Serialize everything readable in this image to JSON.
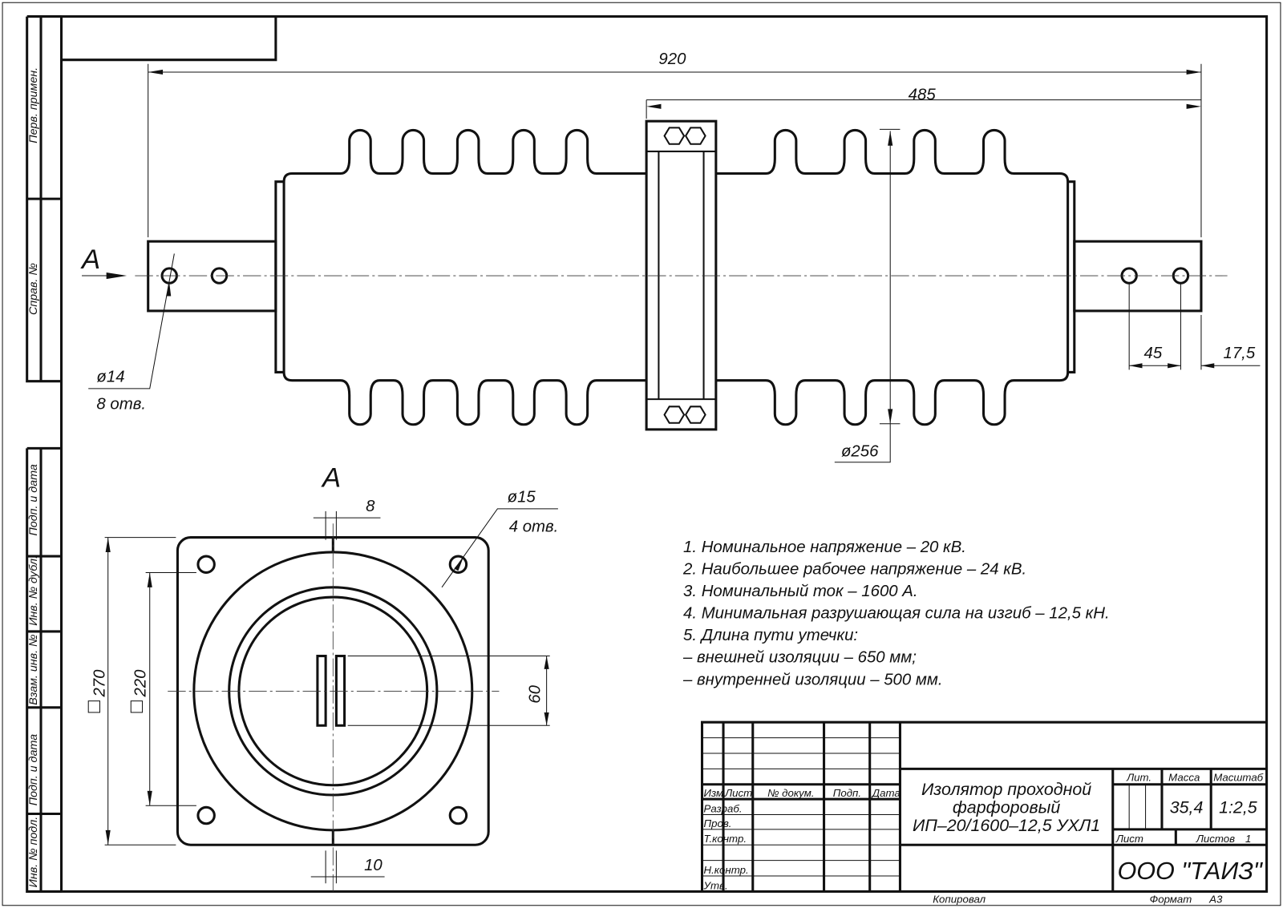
{
  "view_label": "A",
  "section_label": "A",
  "dimensions": {
    "overall_length": "920",
    "flange_to_end": "485",
    "hole_spacing": "45",
    "hole_edge": "17,5",
    "shed_diameter": "ø256",
    "terminal_hole_dia": "ø14",
    "terminal_hole_count": "8 отв.",
    "flange_hole_dia": "ø15",
    "flange_hole_count": "4 отв.",
    "flange_square": "270",
    "hole_square": "220",
    "slot_length": "60",
    "slot_gap_top": "8",
    "slot_gap_bottom": "10"
  },
  "notes": [
    "1. Номинальное напряжение – 20 кВ.",
    "2. Наибольшее рабочее напряжение – 24 кВ.",
    "3. Номинальный ток – 1600 А.",
    "4. Минимальная разрушающая сила на изгиб – 12,5 кН.",
    "5.  Длина пути утечки:",
    "– внешней изоляции – 650 мм;",
    "– внутренней изоляции – 500 мм."
  ],
  "side_stamp": [
    "Перв. примен.",
    "Справ. №",
    "Подп. и дата",
    "Инв. № дубл.",
    "Взам. инв. №",
    "Подп. и дата",
    "Инв. № подл."
  ],
  "title_block": {
    "headers": [
      "Изм.",
      "Лист",
      "№ докум.",
      "Подп.",
      "Дата"
    ],
    "roles": [
      "Разраб.",
      "Пров.",
      "Т.контр.",
      "Н.контр.",
      "Утв."
    ],
    "title_lines": [
      "Изолятор проходной",
      "фарфоровый",
      "ИП–20/1600–12,5 УХЛ1"
    ],
    "lit_label": "Лит.",
    "mass_label": "Масса",
    "scale_label": "Масштаб",
    "mass": "35,4",
    "scale": "1:2,5",
    "sheet_label": "Лист",
    "sheets_label": "Листов",
    "sheets": "1",
    "company": "ООО \"ТАИЗ\""
  },
  "footer": {
    "copied": "Копировал",
    "format_label": "Формат",
    "format": "А3"
  }
}
